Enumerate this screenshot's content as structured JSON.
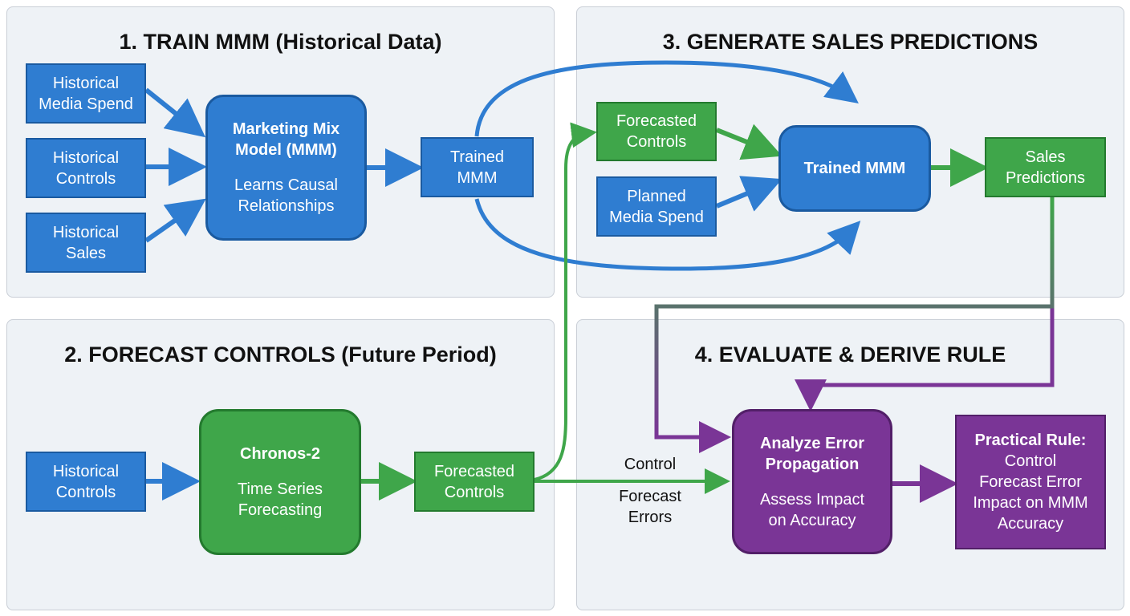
{
  "panels": {
    "train": {
      "title": "1. TRAIN MMM (Historical Data)"
    },
    "forecast": {
      "title": "2. FORECAST CONTROLS (Future Period)"
    },
    "generate": {
      "title": "3. GENERATE SALES PREDICTIONS"
    },
    "evaluate": {
      "title": "4. EVALUATE & DERIVE RULE"
    }
  },
  "train": {
    "hist_media": [
      "Historical",
      "Media Spend"
    ],
    "hist_controls": [
      "Historical",
      "Controls"
    ],
    "hist_sales": [
      "Historical",
      "Sales"
    ],
    "mmm": {
      "title": [
        "Marketing Mix",
        "Model (MMM)"
      ],
      "subtitle": [
        "Learns Causal",
        "Relationships"
      ]
    },
    "trained": [
      "Trained",
      "MMM"
    ]
  },
  "forecast": {
    "hist_controls": [
      "Historical",
      "Controls"
    ],
    "chronos": {
      "title": "Chronos-2",
      "subtitle": [
        "Time Series",
        "Forecasting"
      ]
    },
    "forecasted": [
      "Forecasted",
      "Controls"
    ]
  },
  "generate": {
    "forecasted": [
      "Forecasted",
      "Controls"
    ],
    "planned": [
      "Planned",
      "Media Spend"
    ],
    "trained": "Trained MMM",
    "predictions": [
      "Sales",
      "Predictions"
    ]
  },
  "evaluate": {
    "analyze": {
      "title": [
        "Analyze Error",
        "Propagation"
      ],
      "subtitle": [
        "Assess Impact",
        "on Accuracy"
      ]
    },
    "rule": {
      "title": "Practical Rule:",
      "body": [
        "Control",
        "Forecast Error",
        "Impact on MMM",
        "Accuracy"
      ]
    }
  },
  "edge_labels": {
    "control_errors": [
      "Control",
      "Forecast",
      "Errors"
    ]
  },
  "colors": {
    "blue": "#2f7dd1",
    "green": "#3fa64a",
    "purple": "#7a3596",
    "panel_bg": "#eef2f6"
  }
}
